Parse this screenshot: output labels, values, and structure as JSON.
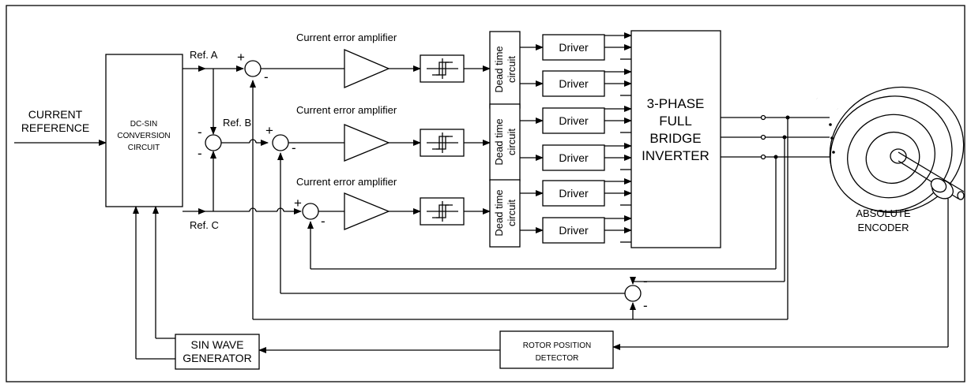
{
  "inputs": {
    "current_reference": [
      "CURRENT",
      "REFERENCE"
    ]
  },
  "blocks": {
    "dc_sin": [
      "DC-SIN",
      "CONVERSION",
      "CIRCUIT"
    ],
    "inverter": [
      "3-PHASE",
      "FULL",
      "BRIDGE",
      "INVERTER"
    ],
    "sin_wave": [
      "SIN WAVE",
      "GENERATOR"
    ],
    "rotor_position": [
      "ROTOR POSITION",
      "DETECTOR"
    ],
    "dead_time": [
      "Dead time",
      "circuit"
    ],
    "driver": "Driver"
  },
  "labels": {
    "ref_a": "Ref. A",
    "ref_b": "Ref. B",
    "ref_c": "Ref. C",
    "amp": "Current error amplifier",
    "plus": "+",
    "minus": "-",
    "encoder": [
      "ABSOLUTE",
      "ENCODER"
    ]
  }
}
